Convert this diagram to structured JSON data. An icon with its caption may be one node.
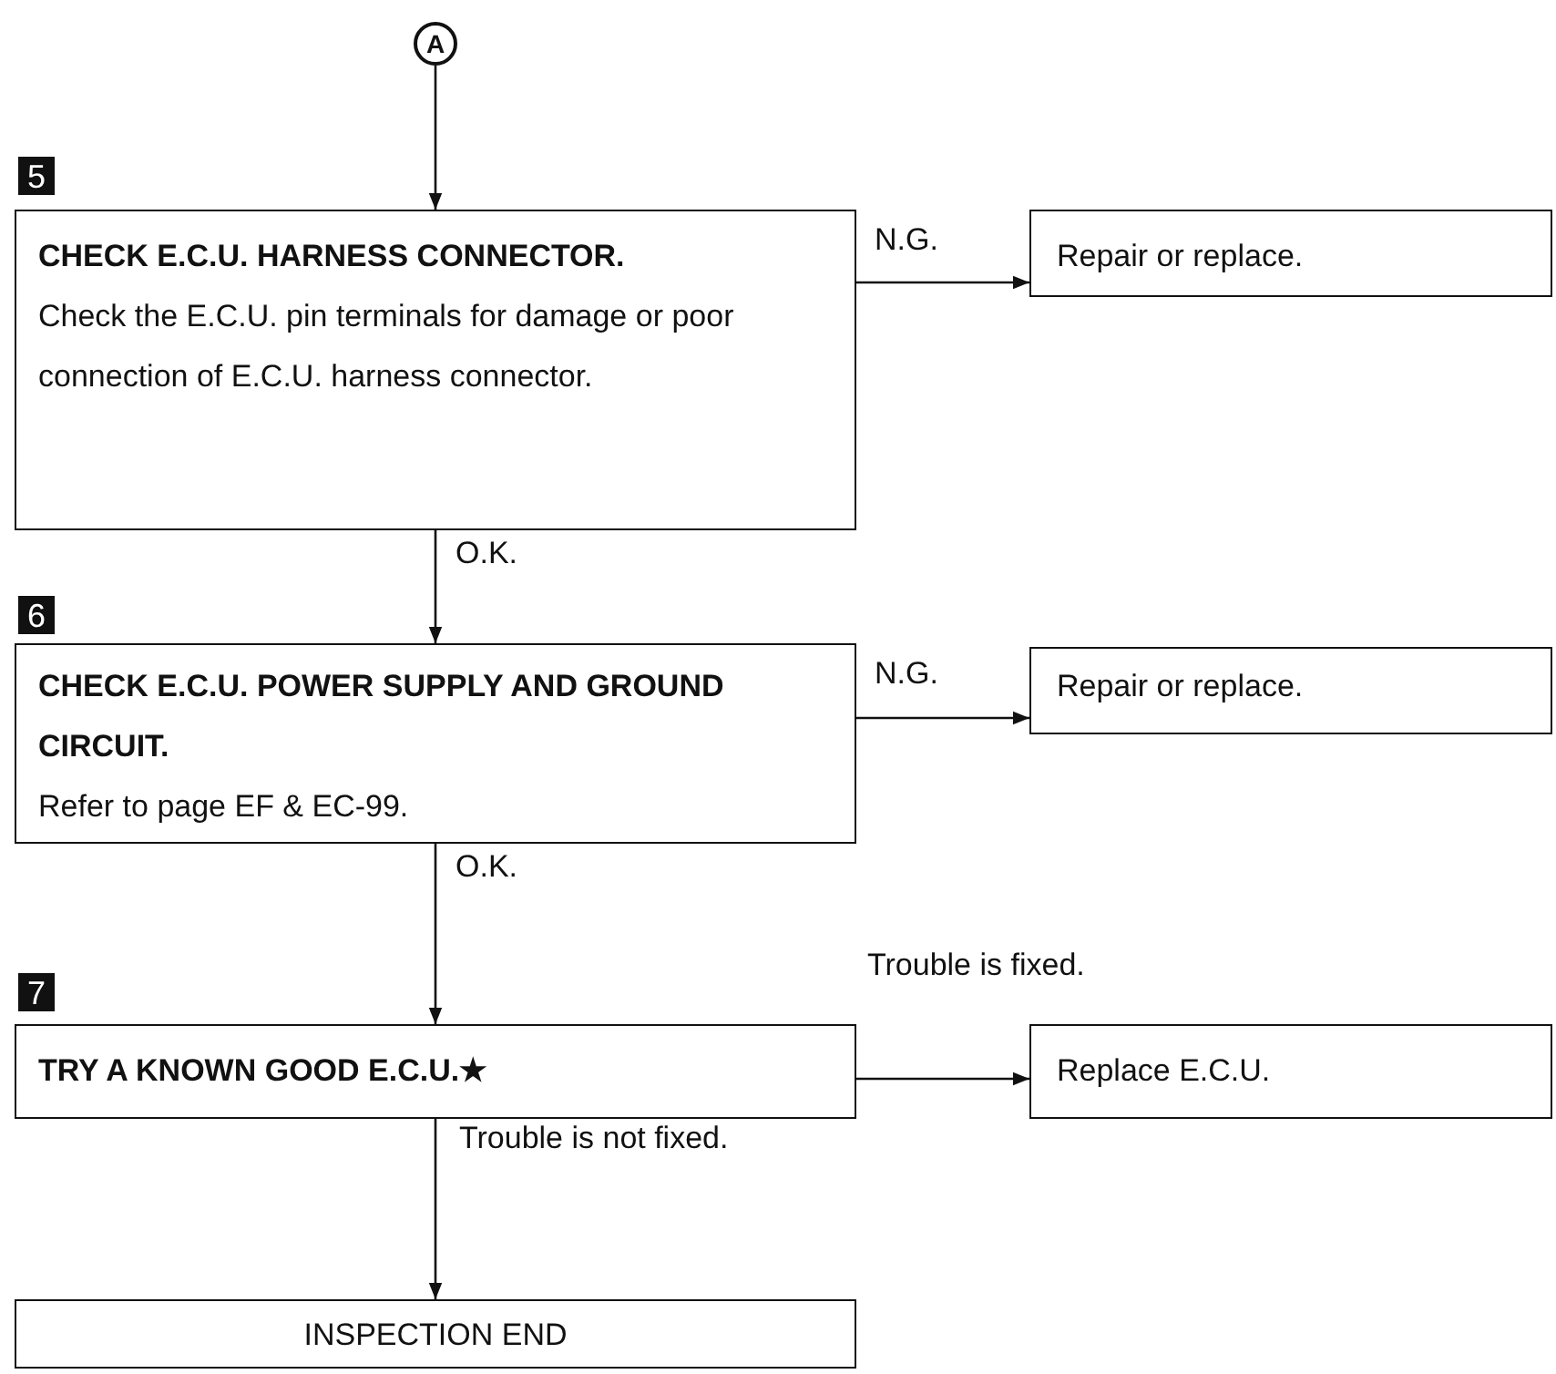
{
  "diagram": {
    "nodes": [
      {
        "text": [
          "A"
        ]
      },
      {
        "text": [
          "CHECK E.C.U. HARNESS CONNECTOR.",
          "Check the E.C.U. pin terminals for damage or poor connection of E.C.U. harness connector."
        ],
        "beside": [
          "5"
        ]
      },
      {
        "text": [
          "Repair or replace."
        ]
      },
      {
        "text": [
          "CHECK E.C.U. POWER SUPPLY AND GROUND CIRCUIT.",
          "Refer to page EF & EC-99."
        ],
        "beside": [
          "6"
        ]
      },
      {
        "text": [
          "Repair or replace."
        ]
      },
      {
        "text": [
          "TRY A KNOWN GOOD E.C.U.★"
        ],
        "beside": [
          "7"
        ]
      },
      {
        "text": [
          "Replace E.C.U."
        ]
      },
      {
        "text": [
          "INSPECTION END"
        ]
      }
    ],
    "edges": [
      {
        "from": 0,
        "to": 1,
        "arrow": "to"
      },
      {
        "from": 1,
        "to": 2,
        "arrow": "to",
        "label": "N.G."
      },
      {
        "from": 1,
        "to": 3,
        "arrow": "to",
        "label": "O.K."
      },
      {
        "from": 3,
        "to": 4,
        "arrow": "to",
        "label": "N.G."
      },
      {
        "from": 3,
        "to": 5,
        "arrow": "to",
        "label": "O.K."
      },
      {
        "from": 5,
        "to": 6,
        "arrow": "to",
        "label": "Trouble is fixed."
      },
      {
        "from": 5,
        "to": 7,
        "arrow": "to",
        "label": "Trouble is not fixed."
      }
    ]
  }
}
